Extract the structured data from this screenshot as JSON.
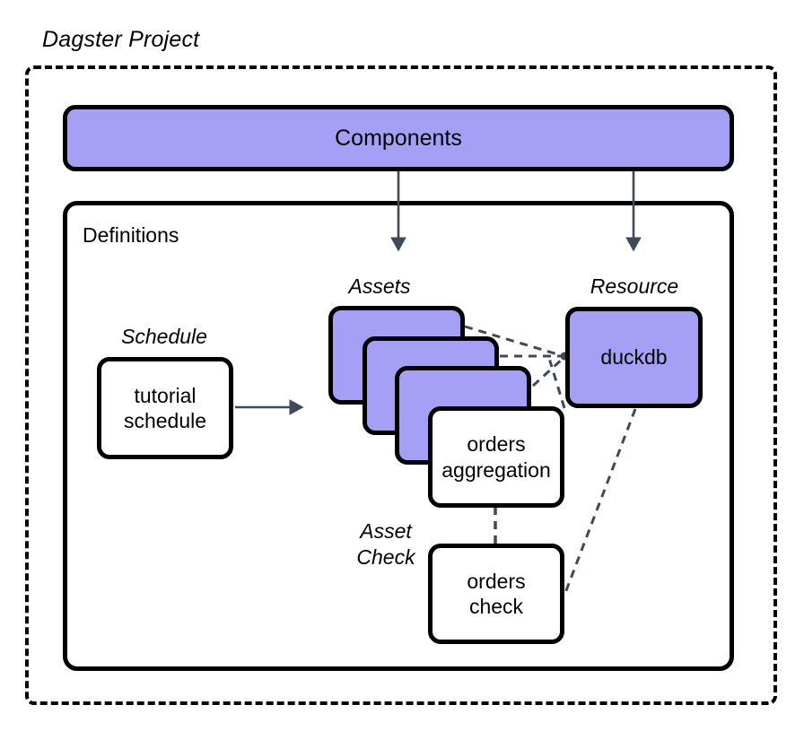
{
  "diagram": {
    "title": "Dagster Project",
    "colors": {
      "node_fill_purple": "#a5a0f5",
      "node_fill_white": "#ffffff",
      "node_stroke": "#000000",
      "arrow": "#3f4a58",
      "dashed_edge": "#3f4a58",
      "frame_dashed": "#000000",
      "background": "#ffffff"
    },
    "containers": [
      {
        "id": "project",
        "label": "Dagster Project",
        "style": "dashed"
      },
      {
        "id": "definitions",
        "label": "Definitions",
        "style": "solid"
      }
    ],
    "nodes": {
      "components": {
        "label": "Components",
        "fill": "purple"
      },
      "definitions": {
        "label": "Definitions",
        "fill": "white"
      },
      "schedule": {
        "caption": "Schedule",
        "label": "tutorial\nschedule",
        "line1": "tutorial",
        "line2": "schedule",
        "fill": "white"
      },
      "assets": {
        "caption": "Assets",
        "stack_count": 3,
        "fill": "purple"
      },
      "orders_aggregation": {
        "line1": "orders",
        "line2": "aggregation",
        "fill": "white"
      },
      "resource": {
        "caption": "Resource",
        "label": "duckdb",
        "fill": "purple"
      },
      "asset_check": {
        "caption_line1": "Asset",
        "caption_line2": "Check",
        "line1": "orders",
        "line2": "check",
        "fill": "white"
      }
    },
    "edges": [
      {
        "from": "components",
        "to": "assets",
        "style": "solid-arrow"
      },
      {
        "from": "components",
        "to": "resource",
        "style": "solid-arrow"
      },
      {
        "from": "schedule",
        "to": "assets",
        "style": "solid-arrow"
      },
      {
        "from": "asset-card-1",
        "to": "duckdb",
        "style": "dashed"
      },
      {
        "from": "asset-card-2",
        "to": "duckdb",
        "style": "dashed"
      },
      {
        "from": "asset-card-3",
        "to": "duckdb",
        "style": "dashed"
      },
      {
        "from": "orders_aggregation",
        "to": "duckdb",
        "style": "dashed"
      },
      {
        "from": "orders_aggregation",
        "to": "orders_check",
        "style": "dashed"
      },
      {
        "from": "duckdb",
        "to": "orders_check",
        "style": "dashed"
      }
    ]
  }
}
